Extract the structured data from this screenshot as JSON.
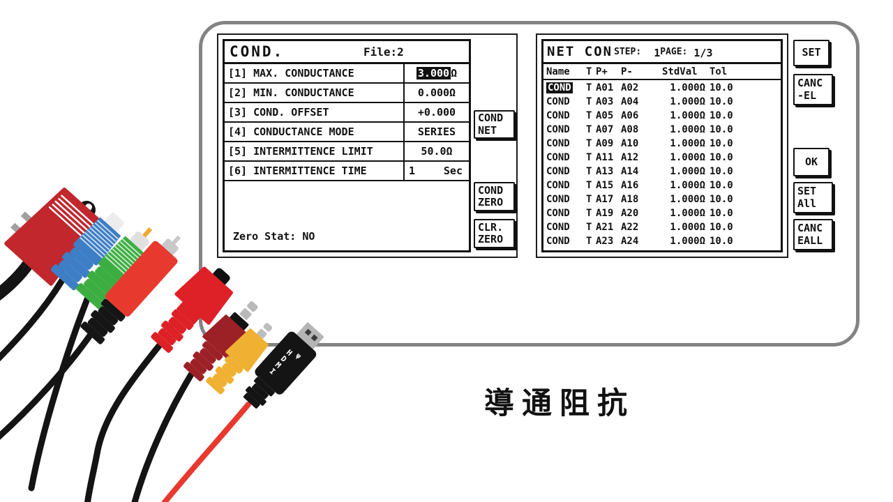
{
  "caption": "導通阻抗",
  "left_panel": {
    "title": "COND.",
    "file_label": "File:2",
    "rows": [
      {
        "label": "[1] MAX. CONDUCTANCE",
        "value": "3.000",
        "unit": "Ω",
        "highlighted": true
      },
      {
        "label": "[2] MIN. CONDUCTANCE",
        "value": "0.000",
        "unit": "Ω",
        "highlighted": false
      },
      {
        "label": "[3] COND. OFFSET",
        "value": "+0.000",
        "unit": "",
        "highlighted": false
      },
      {
        "label": "[4] CONDUCTANCE MODE",
        "value": "SERIES",
        "unit": "",
        "highlighted": false
      },
      {
        "label": "[5] INTERMITTENCE LIMIT",
        "value": "50.0",
        "unit": "Ω",
        "highlighted": false
      },
      {
        "label": "[6] INTERMITTENCE TIME",
        "value": "1",
        "unit": "Sec",
        "highlighted": false
      }
    ],
    "status": "Zero Stat: NO",
    "buttons": [
      "COND\nNET",
      "COND\nZERO",
      "CLR.\nZERO"
    ]
  },
  "right_panel": {
    "title": "NET CON",
    "step_label": "STEP:",
    "step_value": "1",
    "page_label": "PAGE:",
    "page_value": "1/3",
    "columns": [
      "Name",
      "T",
      "P+",
      "P-",
      "StdVal",
      "Tol"
    ],
    "rows": [
      {
        "name": "COND",
        "t": "T",
        "p_plus": "A01",
        "p_minus": "A02",
        "std_val": "1.000Ω",
        "tol": "10.0",
        "highlighted": true
      },
      {
        "name": "COND",
        "t": "T",
        "p_plus": "A03",
        "p_minus": "A04",
        "std_val": "1.000Ω",
        "tol": "10.0",
        "highlighted": false
      },
      {
        "name": "COND",
        "t": "T",
        "p_plus": "A05",
        "p_minus": "A06",
        "std_val": "1.000Ω",
        "tol": "10.0",
        "highlighted": false
      },
      {
        "name": "COND",
        "t": "T",
        "p_plus": "A07",
        "p_minus": "A08",
        "std_val": "1.000Ω",
        "tol": "10.0",
        "highlighted": false
      },
      {
        "name": "COND",
        "t": "T",
        "p_plus": "A09",
        "p_minus": "A10",
        "std_val": "1.000Ω",
        "tol": "10.0",
        "highlighted": false
      },
      {
        "name": "COND",
        "t": "T",
        "p_plus": "A11",
        "p_minus": "A12",
        "std_val": "1.000Ω",
        "tol": "10.0",
        "highlighted": false
      },
      {
        "name": "COND",
        "t": "T",
        "p_plus": "A13",
        "p_minus": "A14",
        "std_val": "1.000Ω",
        "tol": "10.0",
        "highlighted": false
      },
      {
        "name": "COND",
        "t": "T",
        "p_plus": "A15",
        "p_minus": "A16",
        "std_val": "1.000Ω",
        "tol": "10.0",
        "highlighted": false
      },
      {
        "name": "COND",
        "t": "T",
        "p_plus": "A17",
        "p_minus": "A18",
        "std_val": "1.000Ω",
        "tol": "10.0",
        "highlighted": false
      },
      {
        "name": "COND",
        "t": "T",
        "p_plus": "A19",
        "p_minus": "A20",
        "std_val": "1.000Ω",
        "tol": "10.0",
        "highlighted": false
      },
      {
        "name": "COND",
        "t": "T",
        "p_plus": "A21",
        "p_minus": "A22",
        "std_val": "1.000Ω",
        "tol": "10.0",
        "highlighted": false
      },
      {
        "name": "COND",
        "t": "T",
        "p_plus": "A23",
        "p_minus": "A24",
        "std_val": "1.000Ω",
        "tol": "10.0",
        "highlighted": false
      }
    ],
    "buttons": [
      "SET",
      "CANC\n-EL",
      "OK",
      "SET\nAll",
      "CANC\nEALL"
    ]
  },
  "colors": {
    "frame_gray": "#838383",
    "screen_border": "#111111",
    "highlight_bg": "#111111",
    "highlight_text": "#ffffff",
    "cable_dark_red": "#c1272d",
    "cable_blue": "#3d7ec6",
    "cable_green": "#3cae41",
    "cable_bright_red": "#e8392f",
    "cable_red_jack": "#dd2127",
    "cable_maroon": "#9c2126",
    "cable_yellow": "#f0b032",
    "cable_black": "#141414",
    "cable_metal": "#b5b5b5"
  },
  "hdmi_label": "HDMI",
  "usb_symbol": "ψ"
}
